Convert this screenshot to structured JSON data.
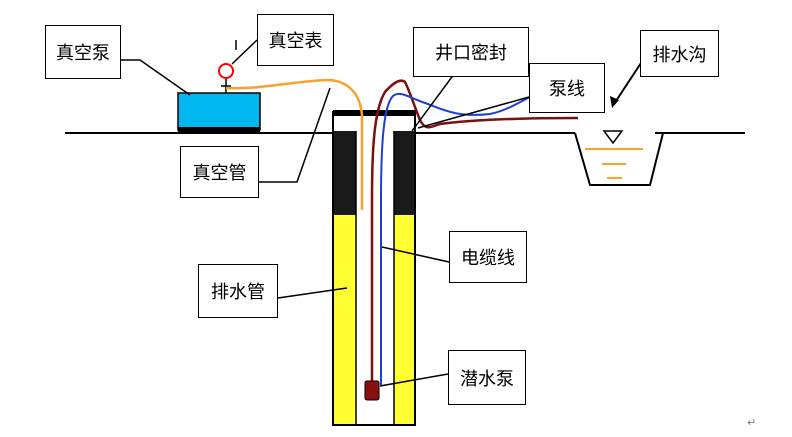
{
  "labels": {
    "vacuum_pump": "真空泵",
    "vacuum_gauge": "真空表",
    "vacuum_pipe": "真空管",
    "well_seal": "井口密封",
    "pump_cable": "泵线",
    "drain_ditch": "排水沟",
    "cable": "电缆线",
    "drain_pipe": "排水管",
    "submersible_pump": "潜水泵"
  },
  "paragraph_mark": "↵",
  "colors": {
    "outline": "#000000",
    "pump_body": "#00b7ef",
    "gauge": "#ff0000",
    "vacuum_pipe": "#f7a32b",
    "filter_fill": "#ffff33",
    "seal_fill": "#1a1a1a",
    "cable": "#7b1010",
    "blue_line": "#1e3fd0",
    "water_level": "#f7a32b",
    "submersible_pump": "#8b1010"
  },
  "icons": {
    "gauge": "circle-gauge-icon",
    "water_level": "inverted-triangle-icon"
  }
}
